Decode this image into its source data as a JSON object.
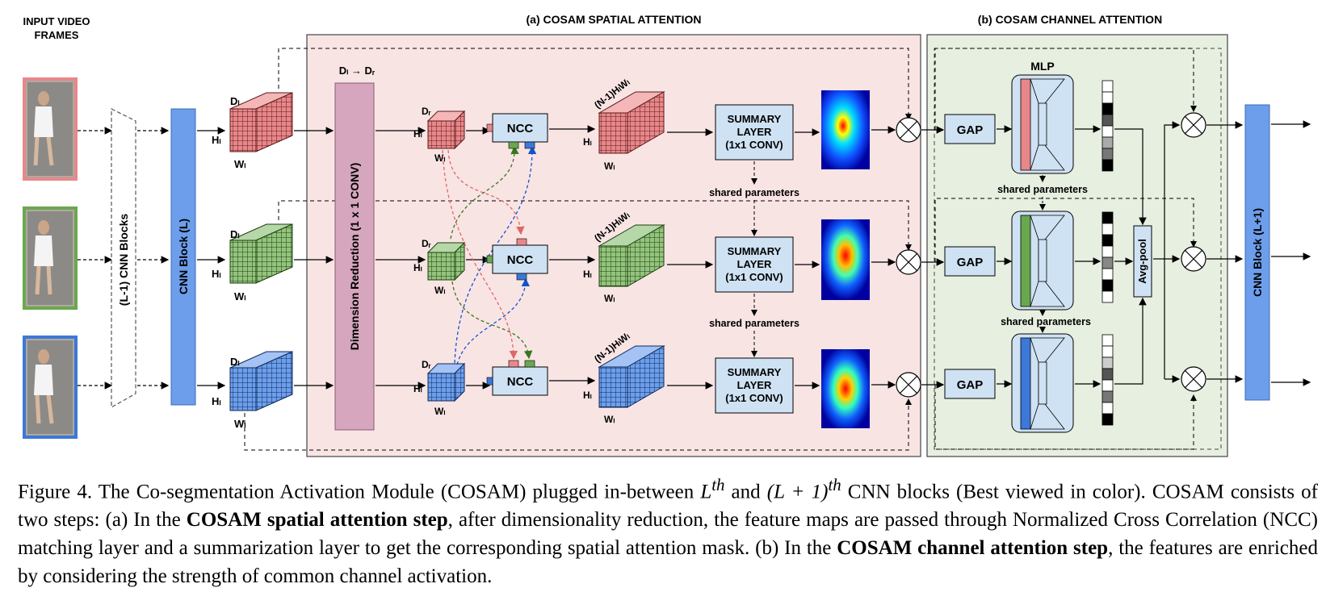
{
  "labels": {
    "input_frames_1": "INPUT VIDEO",
    "input_frames_2": "FRAMES",
    "section_a": "(a) COSAM SPATIAL ATTENTION",
    "section_b": "(b) COSAM CHANNEL ATTENTION",
    "cnn_prev": "(L-1) CNN Blocks",
    "cnn_l": "CNN Block (L)",
    "cnn_next": "CNN Block (L+1)",
    "dim_red": "Dimension Reduction (1 x 1 CONV)",
    "dl_to_dr": "Dₗ → Dᵣ",
    "ncc": "NCC",
    "summary_1": "SUMMARY",
    "summary_2": "LAYER",
    "summary_3": "(1x1 CONV)",
    "shared": "shared parameters",
    "gap": "GAP",
    "mlp": "MLP",
    "avgpool": "Avg-pool",
    "dl": "Dₗ",
    "hl": "Hₗ",
    "wl": "Wₗ",
    "dr": "Dᵣ",
    "n1hw": "(N-1)HₗWₗ"
  },
  "colors": {
    "red": "#e8878a",
    "green": "#6aa84f",
    "blue": "#3c78d8",
    "cnn_blue": "#6d9eeb",
    "dimred_pink": "#d5a6bd",
    "box_blue": "#cfe2f3",
    "spatial_bg": "#f9e4e4",
    "channel_bg": "#e7efe0"
  },
  "channel_bars": [
    [
      "#fff",
      "#fff",
      "#000",
      "#555",
      "#fff",
      "#aaa",
      "#777",
      "#000"
    ],
    [
      "#000",
      "#fff",
      "#000",
      "#fff",
      "#888",
      "#fff",
      "#000",
      "#fff"
    ],
    [
      "#fff",
      "#fff",
      "#ccc",
      "#555",
      "#fff",
      "#777",
      "#fff",
      "#000"
    ]
  ],
  "caption": {
    "p1": "Figure 4. The Co-segmentation Activation Module (COSAM) plugged in-between ",
    "m1": "L",
    "s1": "th",
    "p2": " and ",
    "m2": "(L + 1)",
    "s2": "th",
    "p3": " CNN blocks (Best viewed in color). COSAM consists of two steps: (a) In the ",
    "b1": "COSAM spatial attention step",
    "p4": ", after dimensionality reduction, the feature maps are passed through Normalized Cross Correlation (NCC) matching layer and a summarization layer to get the corresponding spatial attention mask. (b) In the ",
    "b2": "COSAM channel attention step",
    "p5": ", the features are enriched by considering the strength of common channel activation."
  }
}
